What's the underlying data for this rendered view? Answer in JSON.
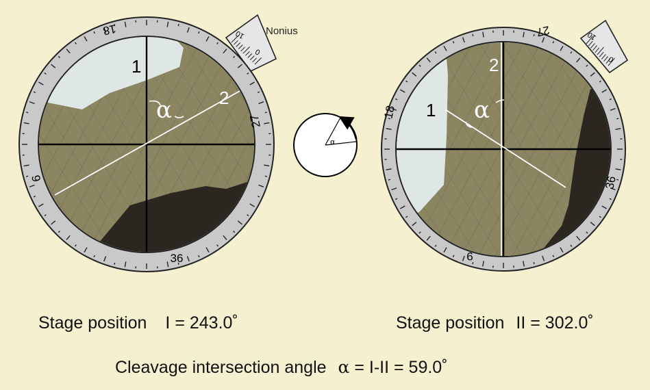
{
  "nonius_label": "Nonius",
  "left_scope": {
    "scale_labels": [
      "18",
      "27",
      "36",
      "9"
    ],
    "vernier_ticks": [
      "10",
      "0"
    ],
    "cleavage_labels": [
      "1",
      "2"
    ],
    "angle_symbol": "α"
  },
  "right_scope": {
    "scale_labels": [
      "18",
      "27",
      "36",
      "9"
    ],
    "vernier_ticks": [
      "10",
      "0"
    ],
    "cleavage_labels": [
      "1",
      "2"
    ],
    "angle_symbol": "α"
  },
  "rotation_icon": {
    "label": "α"
  },
  "captions": {
    "position_1": {
      "prefix": "Stage position",
      "roman": "I",
      "value": "= 243.0˚"
    },
    "position_2": {
      "prefix": "Stage position",
      "roman": "II",
      "value": "= 302.0˚"
    },
    "intersection": {
      "prefix": "Cleavage intersection angle",
      "symbol": "α",
      "value": "= I-II = 59.0˚"
    }
  },
  "colors": {
    "background": "#f5f0cf",
    "ring": "#c8c8c8",
    "mineral": "#8a8460",
    "quartz": "#dfe6e6",
    "dark_grain": "#2c2820"
  }
}
